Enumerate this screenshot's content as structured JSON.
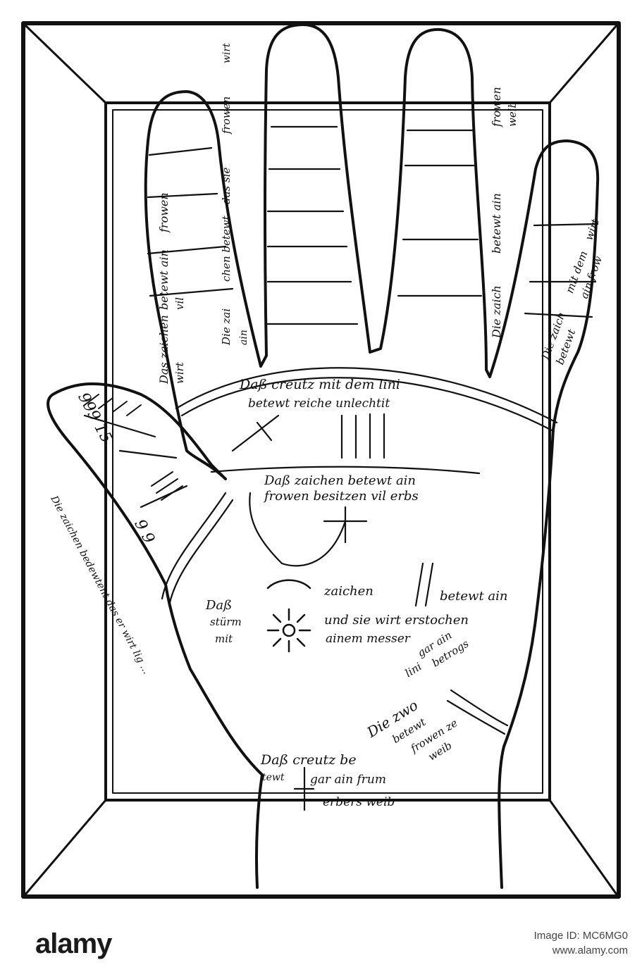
{
  "watermark": {
    "brand": "alamy",
    "image_id_label": "Image ID: MC6MG0",
    "site": "www.alamy.com"
  },
  "colors": {
    "ink": "#111111",
    "paper": "#ffffff"
  },
  "labels": {
    "palm_upper_1": "Daß creutz mit dem lini",
    "palm_upper_2": "betewt reiche unlechtit",
    "palm_mid_1": "Daß zaichen betewt ain",
    "palm_mid_2": "frowen besitzen vil erbs",
    "sun_left_1": "Daß",
    "sun_left_2": "stürm",
    "sun_left_3": "mit",
    "sun_mid_1": "zaichen",
    "sun_mid_2": "und sie wirt erstochen",
    "sun_mid_3": "ainem messer",
    "sun_right": "betewt ain",
    "lower_right_1": "Die zwo",
    "lower_right_2": "betewt",
    "lower_right_3": "frowen ze",
    "lower_right_4": "weib",
    "lower_right_5": "lini",
    "lower_right_6": "gar ain",
    "lower_right_7": "betrogs",
    "wrist_1": "Daß creutz be",
    "wrist_2": "tewt",
    "wrist_3": "gar ain frum",
    "wrist_4": "erbers weib",
    "thumb_numbers": "999 15",
    "thumb_digits": "9 9",
    "thumb_side": "Die zaichen bedewtent das er wirt lig ..."
  },
  "finger_notes": {
    "index": [
      "Das zaichen",
      "betewt ain",
      "frowen",
      "wirt",
      "vil"
    ],
    "middle": [
      "Die zai",
      "chen betewt",
      "das sie ",
      "ain ",
      "frowen",
      "wirt"
    ],
    "ring": [
      "Die zaich",
      "betewt ain",
      "frowen",
      "weib"
    ],
    "little": [
      "Die zaich",
      "betewt",
      "mit dem",
      "ain frow",
      "wirt"
    ]
  }
}
